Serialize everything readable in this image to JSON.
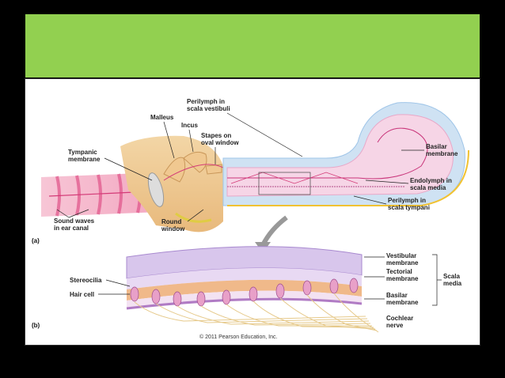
{
  "header": {
    "color": "#92d050"
  },
  "figure": {
    "panel_a": "(a)",
    "panel_b": "(b)",
    "labels": {
      "perilymph_vestibuli_1": "Perilymph in",
      "perilymph_vestibuli_2": "scala vestibuli",
      "malleus": "Malleus",
      "incus": "Incus",
      "stapes_1": "Stapes on",
      "stapes_2": "oval window",
      "tympanic_1": "Tympanic",
      "tympanic_2": "membrane",
      "basilar_a_1": "Basilar",
      "basilar_a_2": "membrane",
      "endolymph_1": "Endolymph in",
      "endolymph_2": "scala media",
      "perilymph_tympani_1": "Perilymph in",
      "perilymph_tympani_2": "scala tympani",
      "sound_waves_1": "Sound waves",
      "sound_waves_2": "in ear canal",
      "round_window_1": "Round",
      "round_window_2": "window",
      "vestibular_1": "Vestibular",
      "vestibular_2": "membrane",
      "tectorial_1": "Tectorial",
      "tectorial_2": "membrane",
      "scala_media_1": "Scala",
      "scala_media_2": "media",
      "stereocilia": "Stereocilia",
      "hair_cell": "Hair cell",
      "basilar_b_1": "Basilar",
      "basilar_b_2": "membrane",
      "cochlear_1": "Cochlear",
      "cochlear_2": "nerve"
    },
    "copyright": "© 2011 Pearson Education, Inc."
  }
}
